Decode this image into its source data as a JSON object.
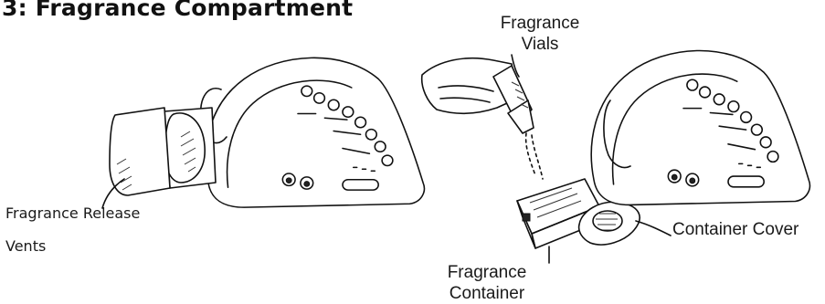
{
  "title": "3: Fragrance Compartment",
  "labels": {
    "release_vents_line1": "Fragrance Release",
    "release_vents_line2": "Vents",
    "vials_line1": "Fragrance",
    "vials_line2": "Vials",
    "container_line1": "Fragrance",
    "container_line2": "Container",
    "container_cover": "Container Cover"
  },
  "icons": [
    "device-unit",
    "fragrance-cartridge",
    "hand-pouring-vial",
    "fragrance-container",
    "container-cover-lid"
  ]
}
